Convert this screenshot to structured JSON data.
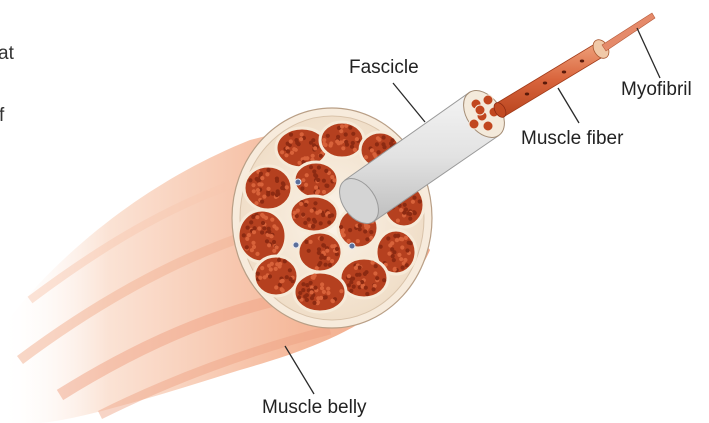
{
  "diagram": {
    "labels": {
      "fascicle": "Fascicle",
      "myofibril": "Myofibril",
      "muscle_fiber": "Muscle fiber",
      "muscle_belly": "Muscle belly"
    },
    "cropped_text": [
      "at",
      "f"
    ],
    "colors": {
      "muscle_light": "#f6cdb6",
      "muscle_mid": "#ef9b78",
      "fiber_red": "#b13a1c",
      "fiber_dark": "#8c2a12",
      "perimysium": "#f6ead8",
      "fascicle_sheath": "#dcdcdc",
      "leader_line": "#2a2a2a",
      "text": "#222222"
    }
  }
}
